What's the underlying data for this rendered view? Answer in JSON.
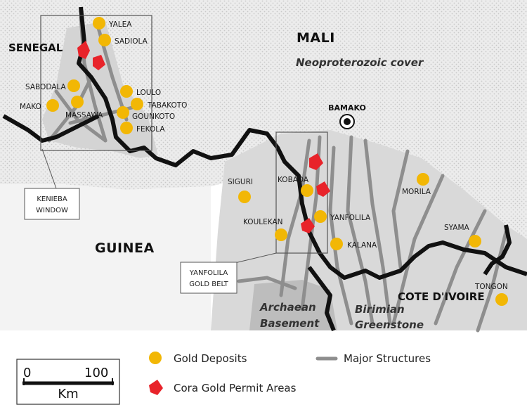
{
  "countries": {
    "mali": "MALI",
    "senegal": "SENEGAL",
    "guinea": "GUINEA",
    "cote_divoire": "COTE D'IVOIRE"
  },
  "regions": {
    "neoproterozoic": "Neoproterozoic cover",
    "archaean_line1": "Archaean",
    "archaean_line2": "Basement",
    "birimian_line1": "Birimian",
    "birimian_line2": "Greenstone"
  },
  "capital": "BAMAKO",
  "boxes": {
    "kenieba_line1": "KENIEBA",
    "kenieba_line2": "WINDOW",
    "yanfolila_line1": "YANFOLILA",
    "yanfolila_line2": "GOLD BELT"
  },
  "deposits": {
    "yalea": "YALEA",
    "sadiola": "SADIOLA",
    "sabodala": "SABODALA",
    "loulo": "LOULO",
    "tabakoto": "TABAKOTO",
    "mako": "MAKO",
    "massawa": "MASSAWA",
    "gounkoto": "GOUNKOTO",
    "fekola": "FEKOLA",
    "siguri": "SIGURI",
    "kobada": "KOBADA",
    "morila": "MORILA",
    "koulekan": "KOULEKAN",
    "yanfolila": "YANFOLILA",
    "kalana": "KALANA",
    "syama": "SYAMA",
    "tongon": "TONGON"
  },
  "legend": {
    "gold_deposits": "Gold Deposits",
    "major_structures": "Major Structures",
    "permit_areas": "Cora Gold Permit Areas"
  },
  "scale": {
    "start": "0",
    "end": "100",
    "unit": "Km"
  },
  "colors": {
    "gold": "#f2b705",
    "permit": "#e8232a",
    "structure": "#8a8a8a",
    "border": "#111111",
    "hatch_area": "#e9e9e9",
    "greenstone": "#d6d6d6",
    "archaean": "#bdbdbd"
  }
}
